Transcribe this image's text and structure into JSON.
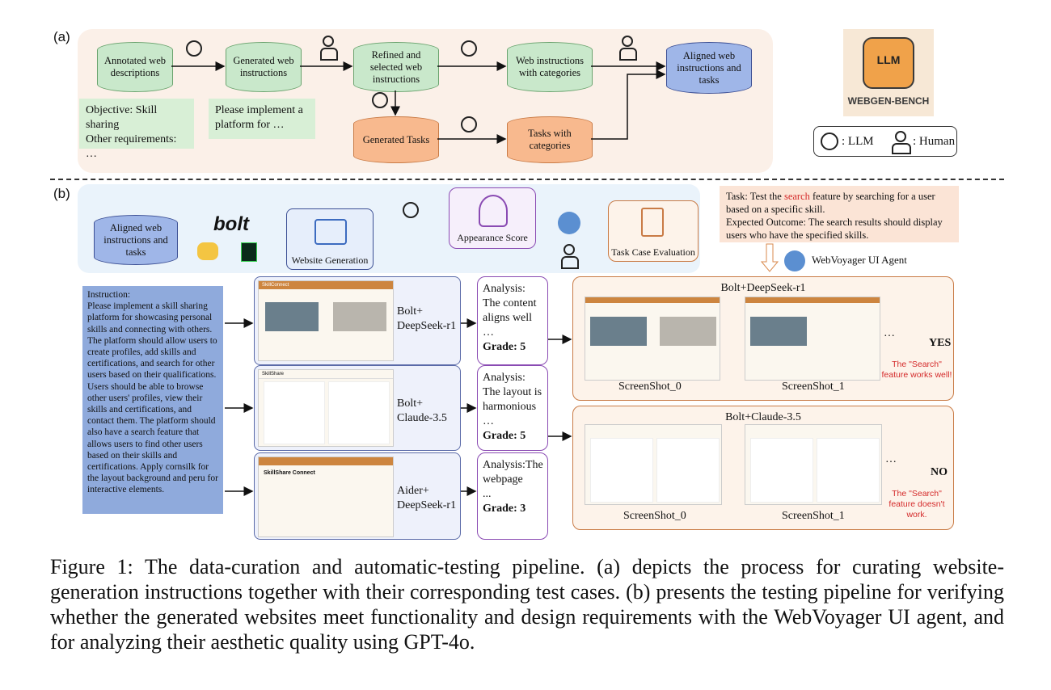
{
  "panel_a": {
    "label": "(a)",
    "nodes": {
      "annotated": "Annotated web descriptions",
      "generated_instr": "Generated web instructions",
      "refined": "Refined and selected web instructions",
      "web_cat": "Web instructions with categories",
      "aligned": "Aligned web instructions and tasks",
      "gen_tasks": "Generated Tasks",
      "tasks_cat": "Tasks with categories"
    },
    "note1": "Objective: Skill sharing\nOther requirements:\n…",
    "note2": "Please implement a platform for …"
  },
  "legend": {
    "brand": "WEBGEN-BENCH",
    "llm": ": LLM",
    "human": ": Human",
    "badge": "LLM"
  },
  "panel_b": {
    "label": "(b)",
    "aligned": "Aligned web instructions and tasks",
    "bolt": "bolt",
    "website_generation": "Website Generation",
    "appearance_score": "Appearance Score",
    "task_case": "Task Case Evaluation",
    "task_note_prefix": "Task: Test the ",
    "task_note_highlight": "search",
    "task_note_suffix": " feature by searching for a user based on a specific skill.",
    "expected": "Expected Outcome: The search results should display users who have the specified skills.",
    "agent": "WebVoyager UI Agent"
  },
  "instruction": "Instruction:\nPlease implement a skill sharing platform for showcasing personal skills and connecting with others. The platform should allow users to create profiles, add skills and certifications, and search for other users based on their qualifications. Users should be able to browse other users' profiles, view their skills and certifications, and contact them. The platform should also have a search feature that allows users to find other users based on their skills and certifications. Apply cornsilk for the layout background and peru for interactive elements.",
  "models": [
    {
      "name": "Bolt+\nDeepSeek-r1",
      "analysis": "Analysis: The content aligns well\n…",
      "grade": "Grade: 5",
      "site": "SkillConnect"
    },
    {
      "name": "Bolt+\nClaude-3.5",
      "analysis": "Analysis: The layout is harmonious\n…",
      "grade": "Grade: 5",
      "site": "SkillShare"
    },
    {
      "name": "Aider+\nDeepSeek-r1",
      "analysis": "Analysis:The webpage\n...",
      "grade": "Grade: 3",
      "site": "SkillShare Connect"
    }
  ],
  "results": [
    {
      "title": "Bolt+DeepSeek-r1",
      "shot0": "ScreenShot_0",
      "shot1": "ScreenShot_1",
      "ellipsis": "…",
      "verdict": "YES",
      "comment": "The \"Search\" feature works well!"
    },
    {
      "title": "Bolt+Claude-3.5",
      "shot0": "ScreenShot_0",
      "shot1": "ScreenShot_1",
      "ellipsis": "…",
      "verdict": "NO",
      "comment": "The \"Search\" feature doesn't work."
    }
  ],
  "caption": "Figure 1: The data-curation and automatic-testing pipeline. (a) depicts the process for curating website-generation instructions together with their corresponding test cases. (b) presents the testing pipeline for verifying whether the generated websites meet functionality and design requirements with the WebVoyager UI agent, and for analyzing their aesthetic quality using GPT-4o.",
  "colors": {
    "green": "#c9e8cb",
    "orange": "#f8b98e",
    "blue": "#9fb6e8",
    "purple": "#8a4bb3",
    "red": "#d42a2a"
  }
}
